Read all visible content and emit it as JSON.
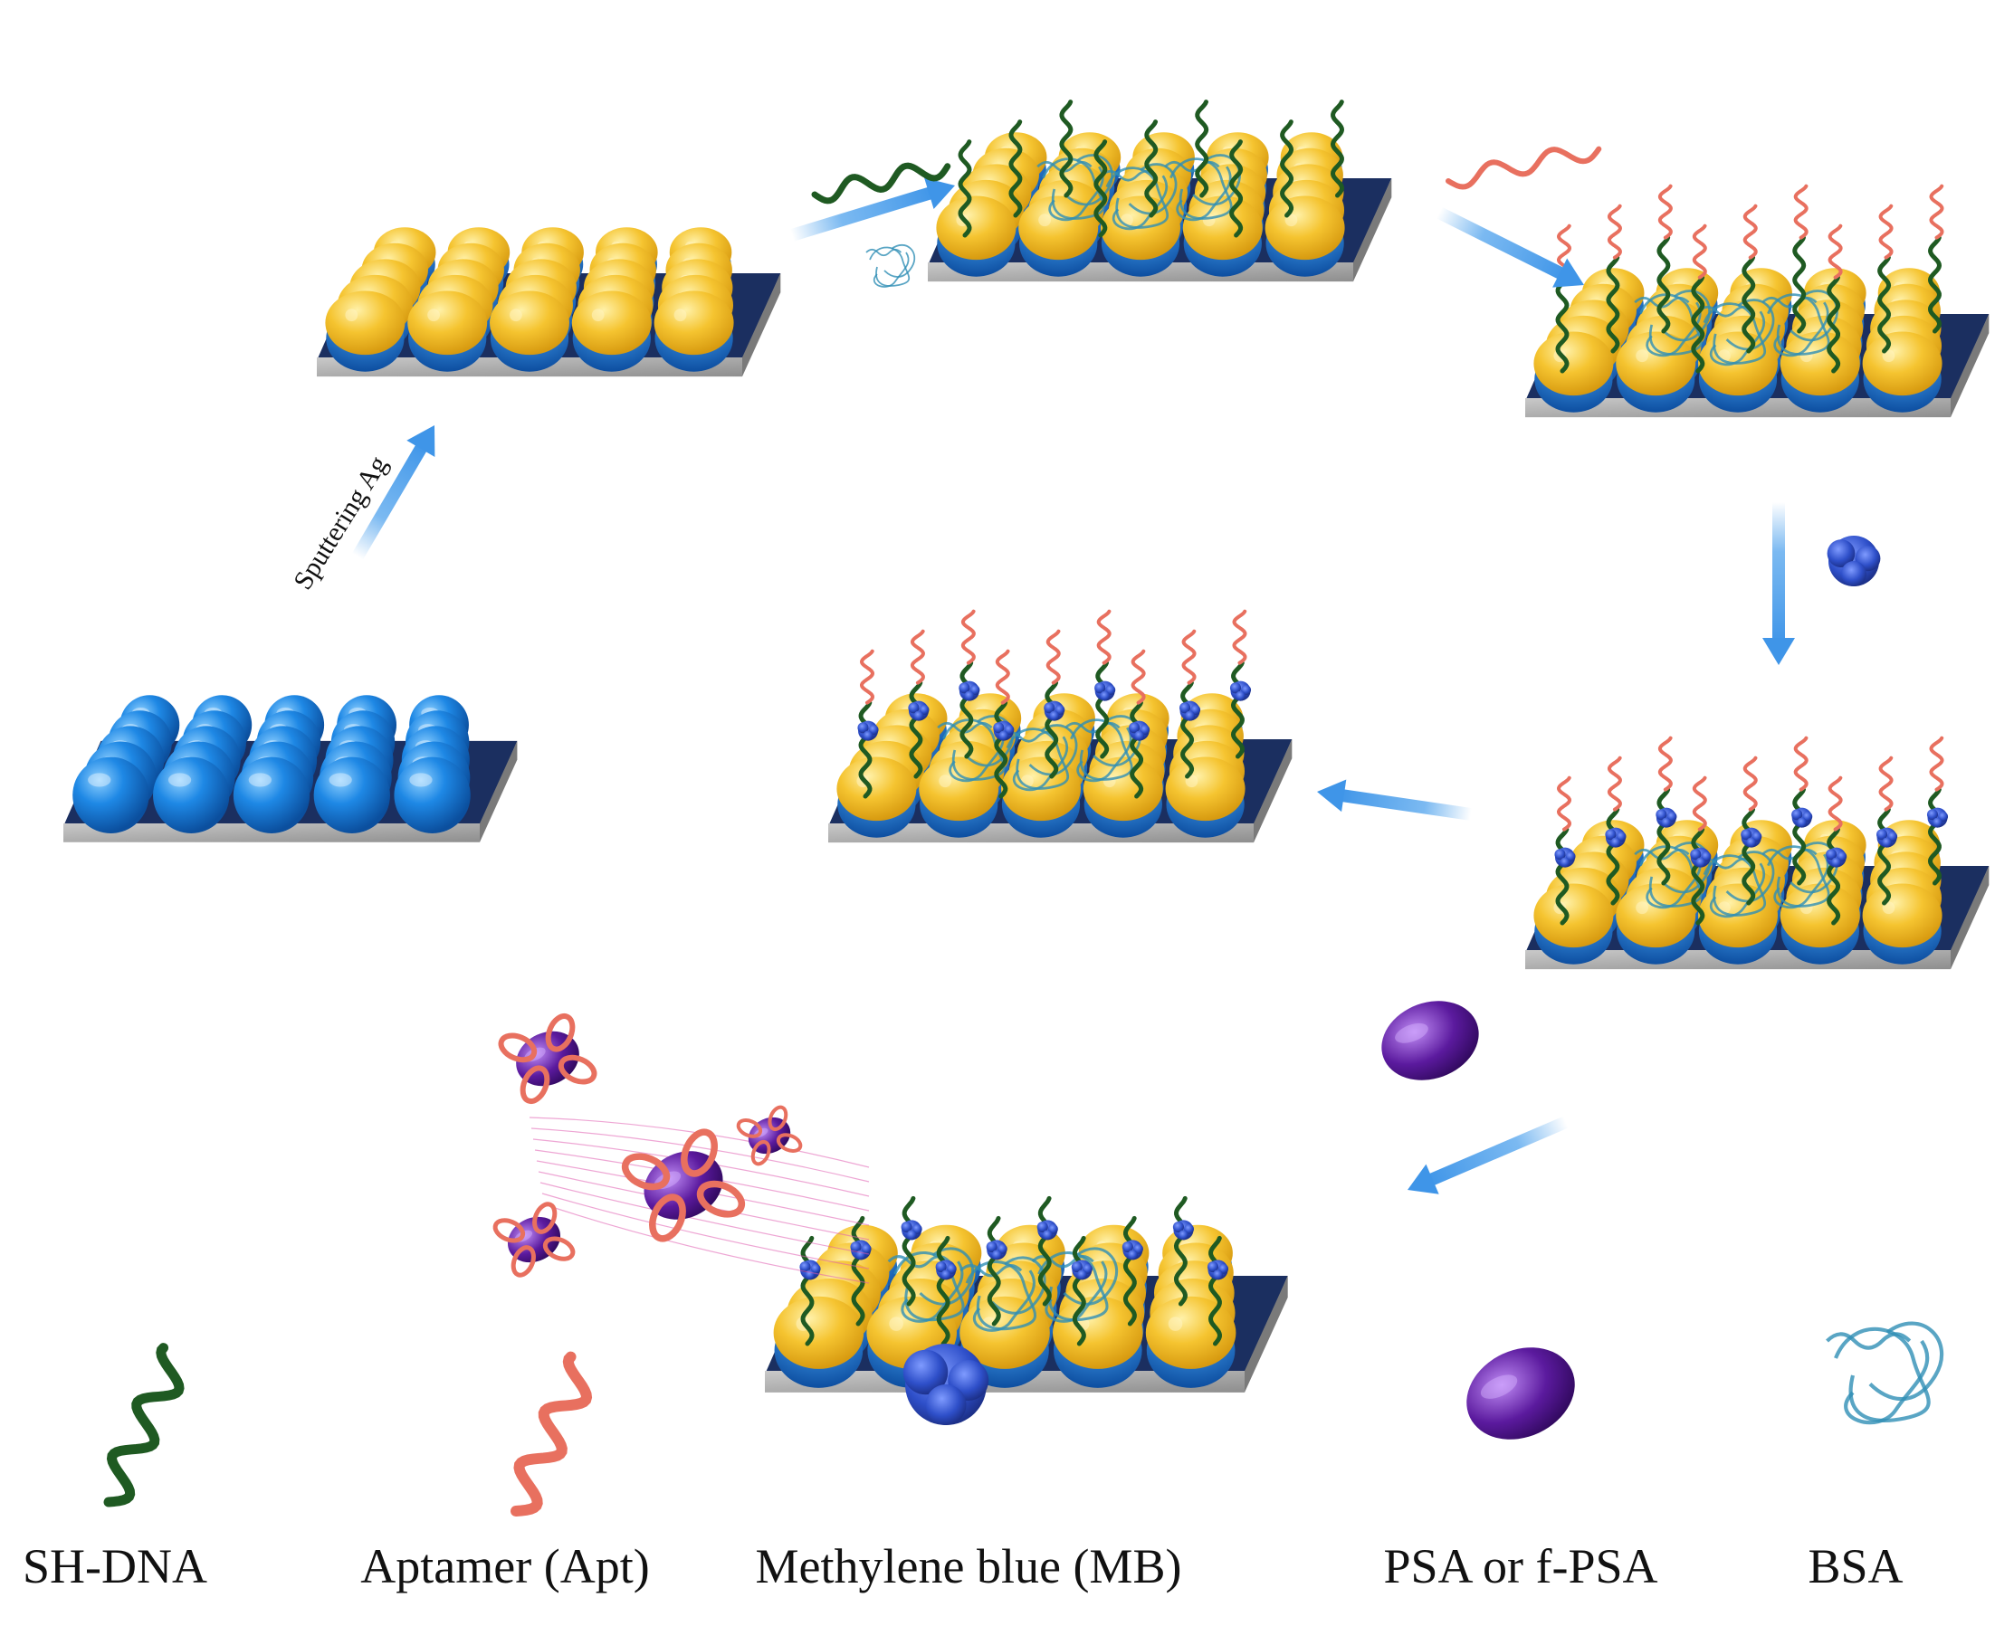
{
  "step_labels": {
    "sputtering": "Sputtering Ag"
  },
  "legend": {
    "items": [
      {
        "key": "sh_dna",
        "label": "SH-DNA",
        "icon": "green-strand-icon",
        "color": "#1f5a22"
      },
      {
        "key": "aptamer",
        "label": "Aptamer (Apt)",
        "icon": "salmon-strand-icon",
        "color": "#e8705f"
      },
      {
        "key": "mb",
        "label": "Methylene blue (MB)",
        "icon": "blue-blob-icon",
        "color": "#2e4fc9"
      },
      {
        "key": "psa",
        "label": "PSA or f-PSA",
        "icon": "purple-capsule-icon",
        "color": "#5b1a9e"
      },
      {
        "key": "bsa",
        "label": "BSA",
        "icon": "ribbon-protein-icon",
        "color": "#2f8fb5"
      }
    ]
  },
  "colors": {
    "arrow": "#5aa8ee",
    "sphere_blue": "#1e88e5",
    "gold": "#f5c430",
    "substrate": "#9a9a9a",
    "strand_green": "#1f5a22",
    "strand_salmon": "#e8705f",
    "mb_blue": "#2e4fc9",
    "psa_purple": "#5b1a9e"
  }
}
